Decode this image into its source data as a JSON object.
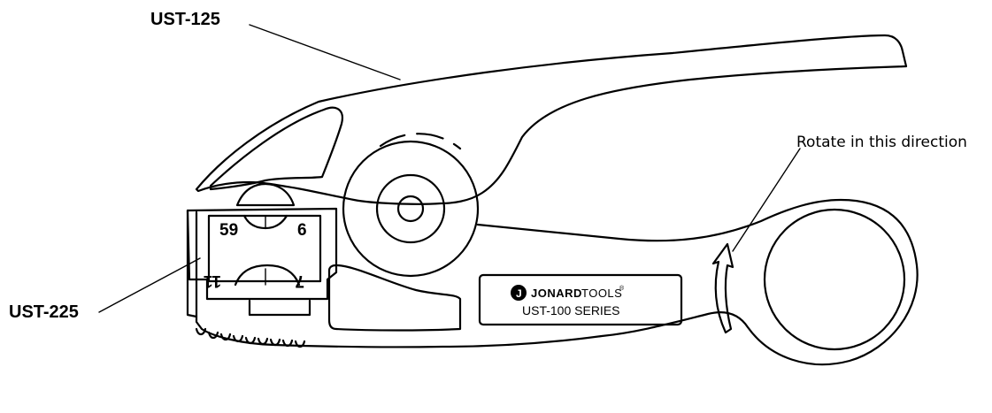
{
  "labels": {
    "top_model": "UST-125",
    "side_model": "UST-225",
    "rotate_hint": "Rotate in this direction"
  },
  "cassette": {
    "top_left": "59",
    "top_right": "6",
    "bottom_left": "11",
    "bottom_right": "7"
  },
  "badge": {
    "brand_bold": "JONARD",
    "brand_light": "TOOLS",
    "trademark": "®",
    "series": "UST-100 SERIES"
  }
}
